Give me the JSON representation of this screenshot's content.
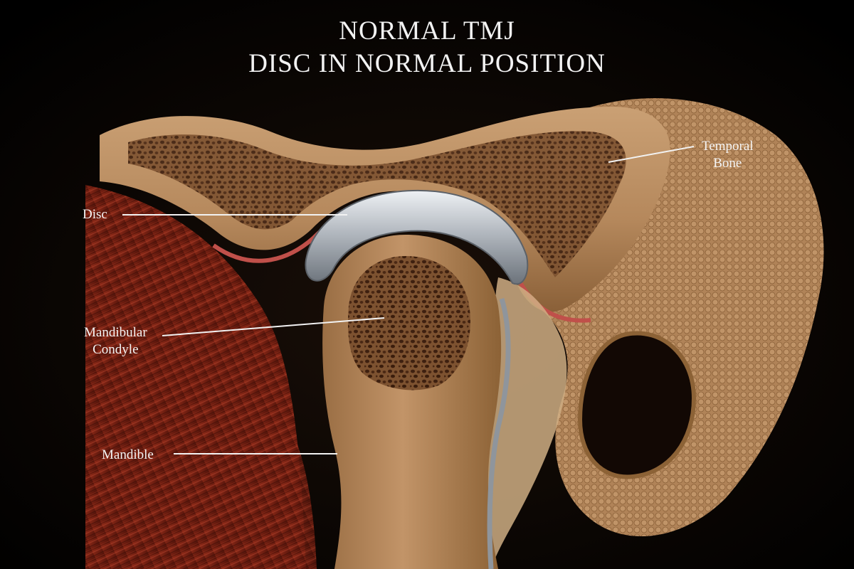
{
  "title": {
    "line1": "NORMAL TMJ",
    "line2": "DISC IN NORMAL POSITION"
  },
  "labels": {
    "disc": "Disc",
    "condyle_line1": "Mandibular",
    "condyle_line2": "Condyle",
    "mandible": "Mandible",
    "temporal_line1": "Temporal",
    "temporal_line2": "Bone"
  },
  "colors": {
    "background": "#000000",
    "bone": "#b8895c",
    "bone_dark": "#6b4426",
    "cancellous": "#5a3418",
    "disc": "#b9bec4",
    "muscle": "#7a1f12",
    "soft_tissue": "#c0504a",
    "label_text": "#f4f4f4"
  }
}
